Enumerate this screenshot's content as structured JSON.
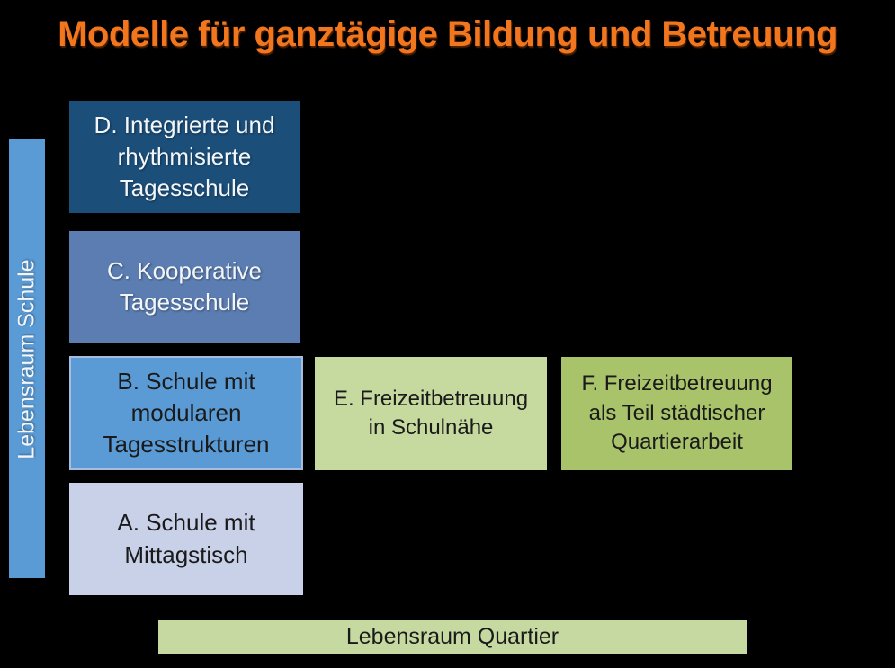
{
  "title": {
    "text": "Modelle für ganztägige Bildung und Betreuung"
  },
  "colors": {
    "background": "#000000",
    "title": "#F2761E",
    "axis_schule_fill": "#5B9BD5",
    "axis_quartier_fill": "#C6D9A0",
    "model_d_fill": "#1B4E79",
    "model_c_fill": "#5B7DB1",
    "model_b_fill": "#5B9BD5",
    "model_b_border": "#A8BCDE",
    "model_a_fill": "#C9D1E9",
    "model_e_fill": "#C6D99E",
    "model_f_fill": "#A9C36B",
    "text_light": "#F2F6FA",
    "text_dark": "#1A1A1A"
  },
  "axes": {
    "schule": {
      "label": "Lebensraum Schule"
    },
    "quartier": {
      "label": "Lebensraum Quartier"
    }
  },
  "models": {
    "d": {
      "lines": [
        "D. Integrierte und",
        "rhythmisierte",
        "Tagesschule"
      ]
    },
    "c": {
      "lines": [
        "C. Kooperative",
        "Tagesschule"
      ]
    },
    "b": {
      "lines": [
        "B. Schule mit",
        "modularen",
        "Tagesstrukturen"
      ]
    },
    "a": {
      "lines": [
        "A. Schule mit",
        "Mittagstisch"
      ]
    },
    "e": {
      "lines": [
        "E. Freizeitbetreuung",
        "in Schulnähe"
      ]
    },
    "f": {
      "lines": [
        "F. Freizeitbetreuung",
        "als Teil städtischer",
        "Quartierarbeit"
      ]
    }
  }
}
